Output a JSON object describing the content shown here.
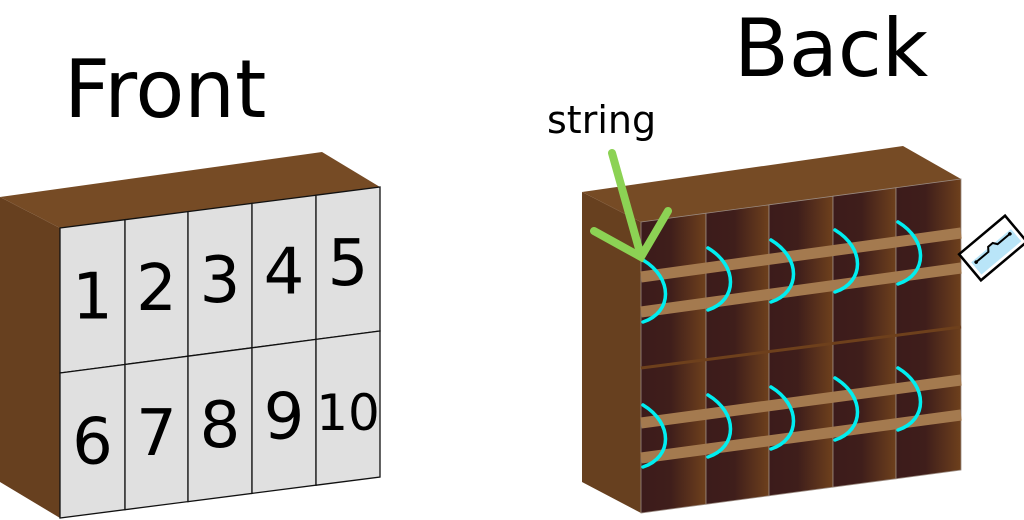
{
  "titles": {
    "front": "Front",
    "back": "Back",
    "string_label": "string"
  },
  "front_panels": [
    "1",
    "2",
    "3",
    "4",
    "5",
    "6",
    "7",
    "8",
    "9",
    "10"
  ],
  "colors": {
    "wood_side": "#6a4220",
    "wood_top": "#764b25",
    "panel": "#e0e0e0",
    "cell_dark": "#3c1b1b",
    "cell_light": "#6e401c",
    "strap": "#a47a4f",
    "string": "#00eef0",
    "arrow": "#8cd254",
    "blade": "#b9e5f8"
  },
  "icons": {
    "arrow": "arrow-down-icon",
    "blade": "razor-blade-icon"
  }
}
